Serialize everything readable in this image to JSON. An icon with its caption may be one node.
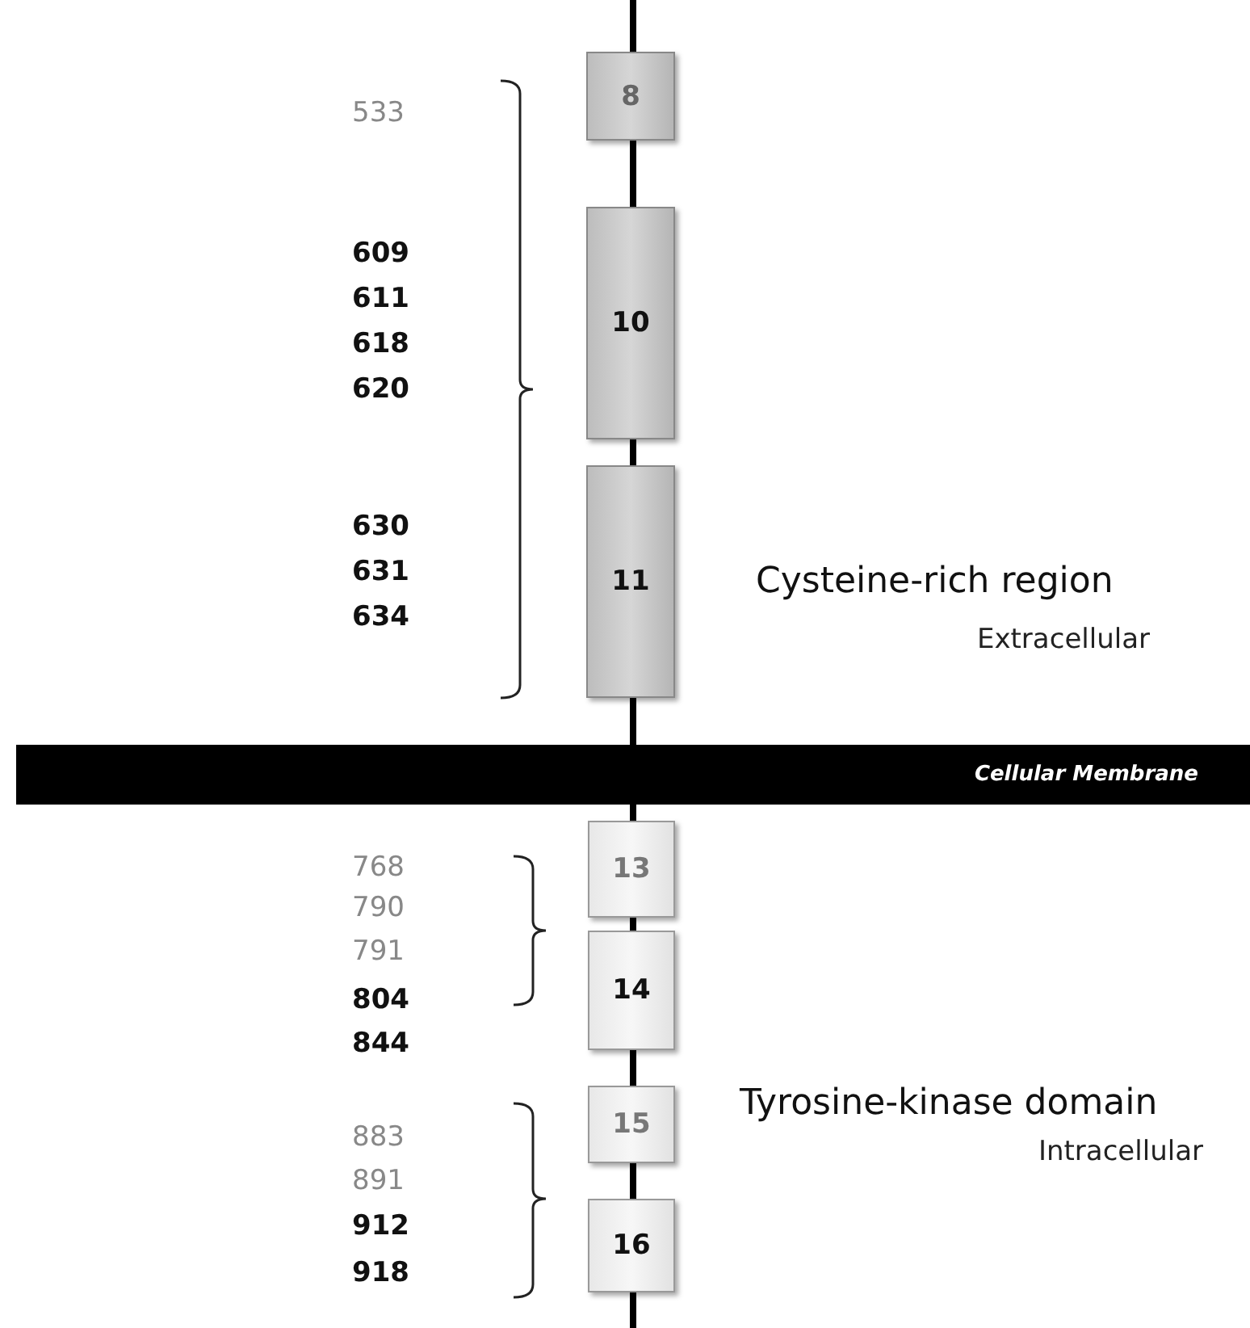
{
  "diagram": {
    "nodes": [
      {
        "text": [
          "8"
        ]
      },
      {
        "text": [
          "10"
        ]
      },
      {
        "text": [
          "11"
        ]
      },
      {
        "text": [
          "Cellular Membrane"
        ]
      },
      {
        "text": [
          "13"
        ]
      },
      {
        "text": [
          "14"
        ]
      },
      {
        "text": [
          "15"
        ]
      },
      {
        "text": [
          "16"
        ]
      }
    ],
    "edges": [
      {
        "from": null,
        "to": 0,
        "arrow": "none"
      },
      {
        "from": 0,
        "to": 1,
        "arrow": "none"
      },
      {
        "from": 1,
        "to": 2,
        "arrow": "none"
      },
      {
        "from": 2,
        "to": 3,
        "arrow": "none"
      },
      {
        "from": 3,
        "to": 4,
        "arrow": "none"
      },
      {
        "from": 4,
        "to": 5,
        "arrow": "none"
      },
      {
        "from": 5,
        "to": 6,
        "arrow": "none"
      },
      {
        "from": 6,
        "to": 7,
        "arrow": "none"
      },
      {
        "from": 7,
        "to": null,
        "arrow": "none"
      }
    ],
    "labels": [
      "533",
      "609",
      "611",
      "618",
      "620",
      "630",
      "631",
      "634",
      "Cysteine-rich region",
      "Extracellular",
      "768",
      "790",
      "791",
      "804",
      "844",
      "Tyrosine-kinase domain",
      "Intracellular",
      "883",
      "891",
      "912",
      "918"
    ]
  }
}
